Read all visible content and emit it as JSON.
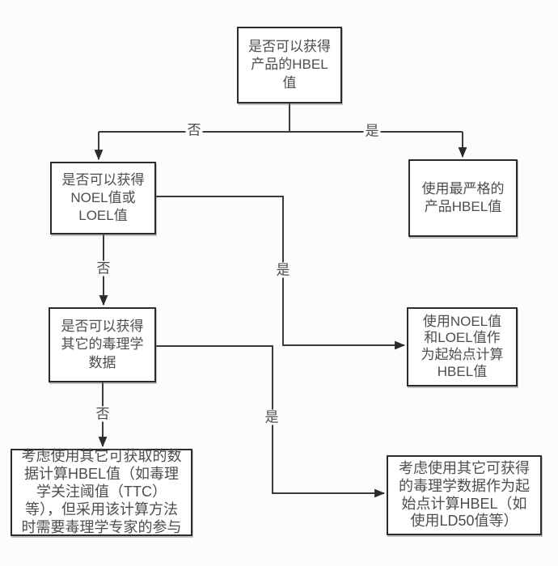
{
  "diagram": {
    "type": "flowchart",
    "language": "zh-CN",
    "nodes": [
      {
        "id": "q-product-hbel",
        "shape": "rect",
        "text": "是否可以获得\n产品的HBEL\n值"
      },
      {
        "id": "q-noel-loel",
        "shape": "rect",
        "text": "是否可以获得\nNOEL值或\nLOEL值"
      },
      {
        "id": "use-strict-hbel",
        "shape": "rect",
        "text": "使用最严格的\n产品HBEL值"
      },
      {
        "id": "q-other-tox-data",
        "shape": "rect",
        "text": "是否可以获得\n其它的毒理学\n数据"
      },
      {
        "id": "use-noel-loel-start",
        "shape": "rect",
        "text": "使用NOEL值\n和LOEL值作\n为起始点计算\nHBEL值"
      },
      {
        "id": "consider-other-data",
        "shape": "rect",
        "text": "考虑使用其它可获取的数\n据计算HBEL值（如毒理\n学关注阈值（TTC）\n等），但采用该计算方法\n时需要毒理学专家的参与"
      },
      {
        "id": "consider-other-tox",
        "shape": "rect",
        "text": "考虑使用其它可获得\n的毒理学数据作为起\n始点计算HBEL（如\n使用LD50值等）"
      }
    ],
    "edges": [
      {
        "from": "q-product-hbel",
        "to": "q-noel-loel",
        "label": "否"
      },
      {
        "from": "q-product-hbel",
        "to": "use-strict-hbel",
        "label": "是"
      },
      {
        "from": "q-noel-loel",
        "to": "q-other-tox-data",
        "label": "否"
      },
      {
        "from": "q-noel-loel",
        "to": "use-noel-loel-start",
        "label": "是"
      },
      {
        "from": "q-other-tox-data",
        "to": "consider-other-data",
        "label": "否"
      },
      {
        "from": "q-other-tox-data",
        "to": "consider-other-tox",
        "label": "是"
      }
    ],
    "colors": {
      "background": "#fcfcfc",
      "node_fill": "#ffffff",
      "node_border": "#2b2b2b",
      "connector_line": "#3a3a3a",
      "text": "#4d4d4d"
    }
  }
}
